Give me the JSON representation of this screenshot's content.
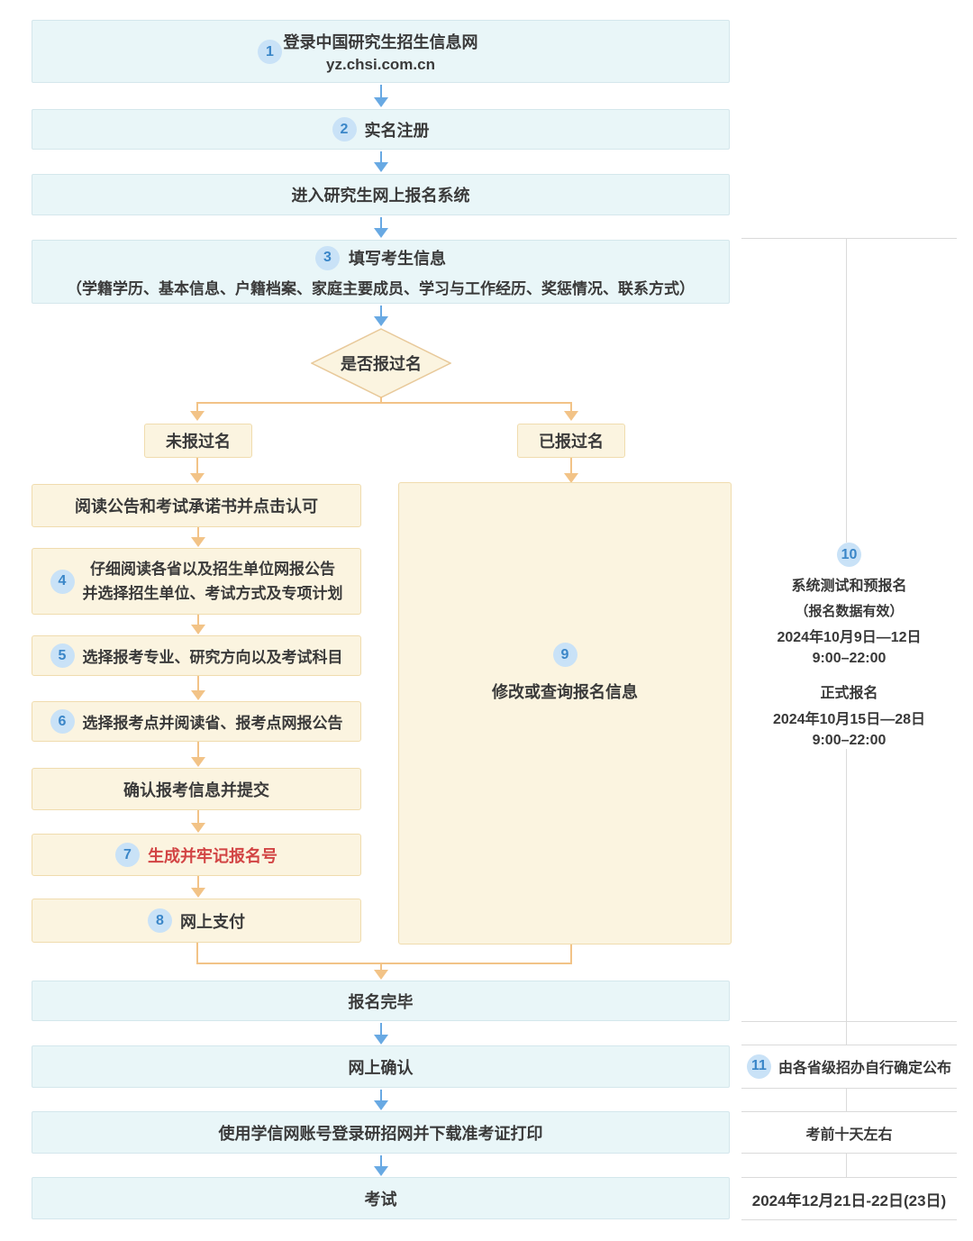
{
  "flow": {
    "step1": {
      "badge": "1",
      "title": "登录中国研究生招生信息网",
      "subtitle": "yz.chsi.com.cn"
    },
    "step2": {
      "badge": "2",
      "label": "实名注册"
    },
    "step3": {
      "label": "进入研究生网上报名系统"
    },
    "step4": {
      "badge": "3",
      "title": "填写考生信息",
      "detail": "（学籍学历、基本信息、户籍档案、家庭主要成员、学习与工作经历、奖惩情况、联系方式）"
    },
    "decision": {
      "label": "是否报过名"
    },
    "branch_no": {
      "label": "未报过名"
    },
    "branch_yes": {
      "label": "已报过名"
    },
    "read_notice": {
      "label": "阅读公告和考试承诺书并点击认可"
    },
    "step5": {
      "badge": "4",
      "line1": "仔细阅读各省以及招生单位网报公告",
      "line2": "并选择招生单位、考试方式及专项计划"
    },
    "step6": {
      "badge": "5",
      "label": "选择报考专业、研究方向以及考试科目"
    },
    "step7": {
      "badge": "6",
      "label": "选择报考点并阅读省、报考点网报公告"
    },
    "confirm_submit": {
      "label": "确认报考信息并提交"
    },
    "step8": {
      "badge": "7",
      "label": "生成并牢记报名号"
    },
    "step9": {
      "badge": "8",
      "label": "网上支付"
    },
    "modify": {
      "badge": "9",
      "label": "修改或查询报名信息"
    },
    "finish": {
      "label": "报名完毕"
    },
    "online_confirm": {
      "label": "网上确认"
    },
    "download_print": {
      "label": "使用学信网账号登录研招网并下载准考证打印"
    },
    "exam": {
      "label": "考试"
    }
  },
  "sidebar": {
    "schedule": {
      "badge": "10",
      "phase1_title": "系统测试和预报名",
      "phase1_note": "（报名数据有效）",
      "phase1_date": "2024年10月9日—12日",
      "phase1_time": "9:00–22:00",
      "phase2_title": "正式报名",
      "phase2_date": "2024年10月15日—28日",
      "phase2_time": "9:00–22:00"
    },
    "confirm_note": {
      "badge": "11",
      "label": "由各省级招办自行确定公布"
    },
    "download_note": {
      "label": "考前十天左右"
    },
    "exam_date": {
      "label": "2024年12月21日-22日(23日)"
    }
  },
  "colors": {
    "blue_box_bg": "#e9f6f8",
    "cream_box_bg": "#fbf4e0",
    "blue_arrow": "#68a9e3",
    "orange_line": "#f2c387",
    "badge_bg": "#c9e2f7",
    "badge_text": "#3a86c8",
    "red_text": "#d24444"
  }
}
